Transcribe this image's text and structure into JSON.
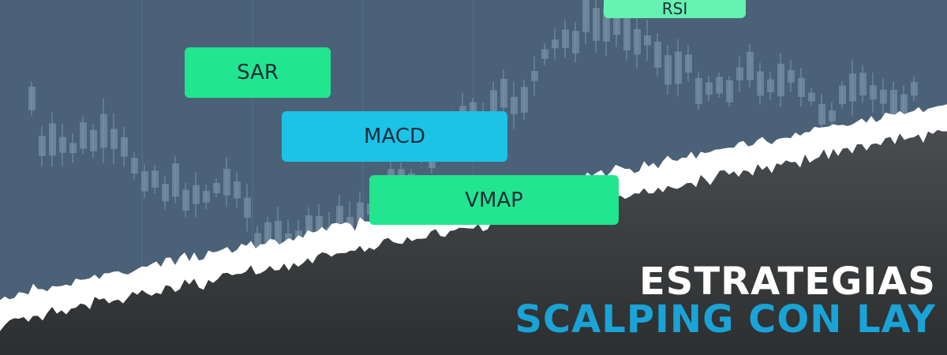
{
  "indicator_tags": [
    {
      "label": "SAR",
      "color": "#22e58f"
    },
    {
      "label": "MACD",
      "color": "#1cc3e6"
    },
    {
      "label": "VMAP",
      "color": "#22e58f"
    },
    {
      "label": "RSI",
      "color": "#66f2b0"
    }
  ],
  "headline": {
    "line1": "ESTRATEGIAS",
    "line2": "SCALPING CON LAY",
    "line1_color": "#ffffff",
    "line2_color": "#1aa3d6"
  },
  "colors": {
    "background": "#4a6178",
    "candles": "#7890a6",
    "torn_edge": "#ffffff",
    "lower_area": "#333536"
  },
  "icons": [
    "candlestick-chart-graphic",
    "torn-paper-edge-graphic"
  ]
}
